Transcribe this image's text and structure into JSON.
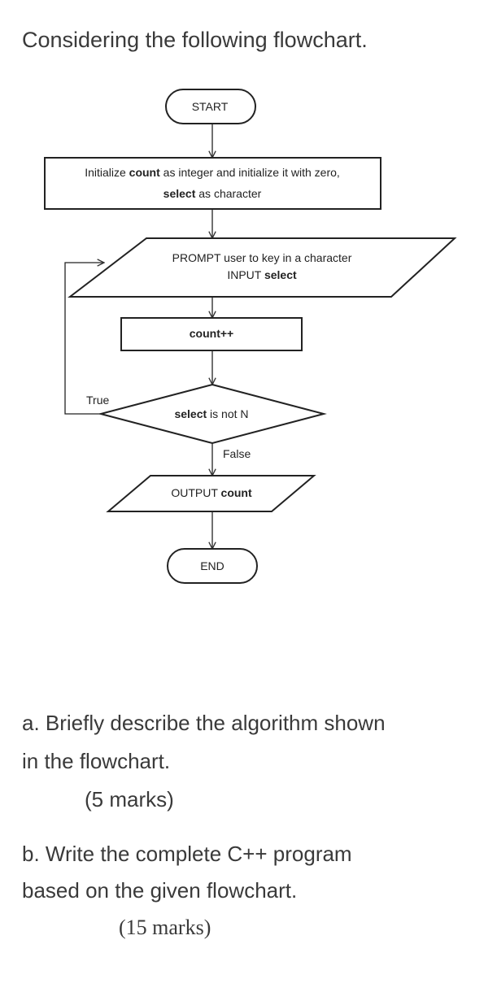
{
  "heading": "Considering the following flowchart.",
  "flowchart": {
    "start": "START",
    "init_line1": [
      {
        "text": "Initialize ",
        "bold": false
      },
      {
        "text": "count",
        "bold": true
      },
      {
        "text": " as integer and initialize it with zero,",
        "bold": false
      }
    ],
    "init_line2": [
      {
        "text": "select",
        "bold": true
      },
      {
        "text": " as character",
        "bold": false
      }
    ],
    "prompt_line1": [
      {
        "text": "PROMPT user to key in a character",
        "bold": false
      }
    ],
    "prompt_line2": [
      {
        "text": "INPUT ",
        "bold": false
      },
      {
        "text": "select",
        "bold": true
      }
    ],
    "count_inc": [
      {
        "text": "count++",
        "bold": true
      }
    ],
    "decision": [
      {
        "text": "select",
        "bold": true
      },
      {
        "text": " is not N",
        "bold": false
      }
    ],
    "true_label": "True",
    "false_label": "False",
    "output": [
      {
        "text": "OUTPUT ",
        "bold": false
      },
      {
        "text": "count",
        "bold": true
      }
    ],
    "end": "END"
  },
  "question_a": {
    "text_line1": "a. Briefly describe the algorithm shown",
    "text_line2": "in the flowchart.",
    "marks": "(5 marks)"
  },
  "question_b": {
    "text_line1": "b. Write the complete C++ program",
    "text_line2": "based on the given flowchart.",
    "marks": "(15 marks)"
  }
}
